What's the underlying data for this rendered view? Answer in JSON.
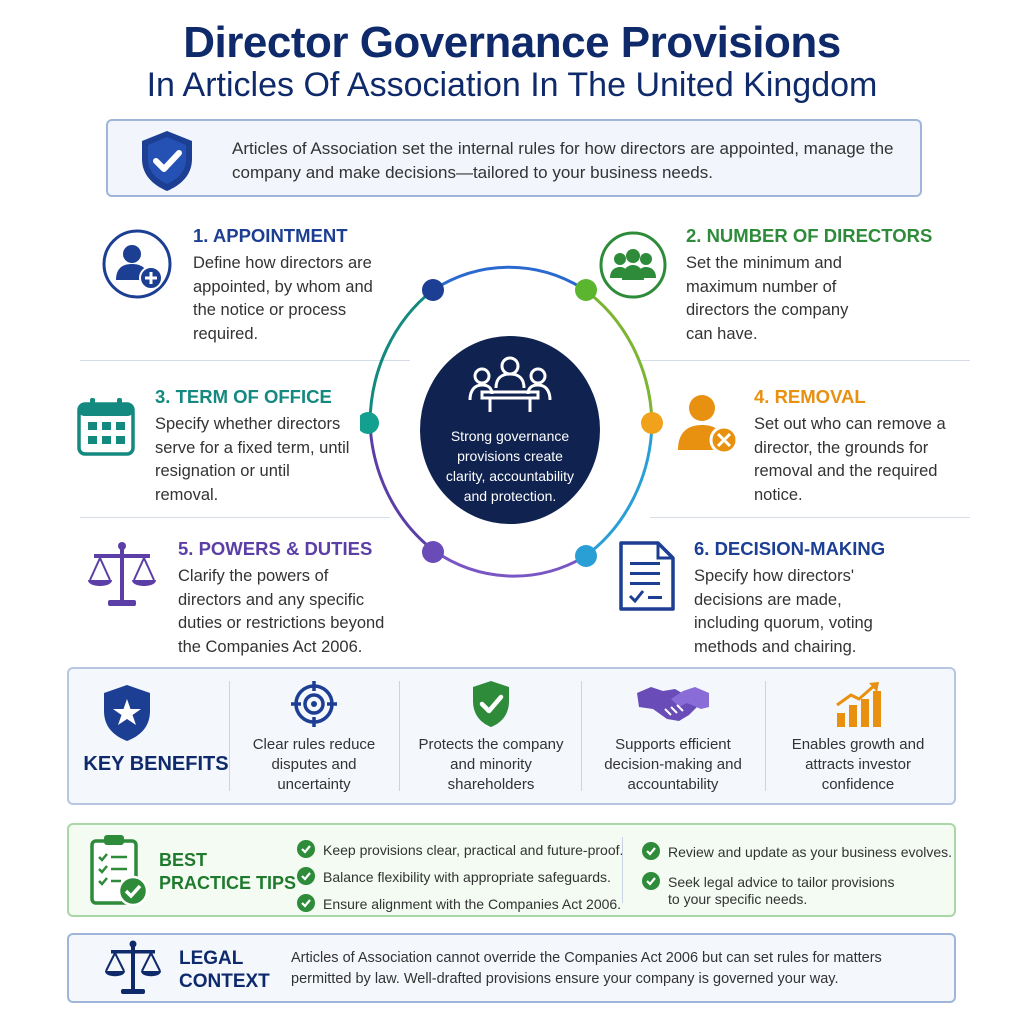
{
  "header": {
    "title": "Director Governance Provisions",
    "subtitle": "In Articles Of Association In The United Kingdom"
  },
  "intro": {
    "text": "Articles of Association set the internal rules for how directors are appointed, manage the company and make decisions—tailored to your business needs."
  },
  "provisions": [
    {
      "heading": "1. APPOINTMENT",
      "body": "Define how directors are appointed, by whom and the notice or process required.",
      "color": "#1c3f94",
      "icon": "add-user-icon"
    },
    {
      "heading": "2. NUMBER OF DIRECTORS",
      "body": "Set the minimum and maximum number of directors the company can have.",
      "color": "#2e8b3a",
      "icon": "group-icon"
    },
    {
      "heading": "3. TERM OF OFFICE",
      "body": "Specify whether directors serve for a fixed term, until resignation or until removal.",
      "color": "#13897f",
      "icon": "calendar-icon"
    },
    {
      "heading": "4. REMOVAL",
      "body": "Set out who can remove a director, the grounds for removal and the required notice.",
      "color": "#e8900f",
      "icon": "remove-user-icon"
    },
    {
      "heading": "5. POWERS & DUTIES",
      "body": "Clarify the powers of directors and any specific duties or restrictions beyond the Companies Act 2006.",
      "color": "#5b3ea6",
      "icon": "scales-icon"
    },
    {
      "heading": "6. DECISION-MAKING",
      "body": "Specify how directors' decisions are made, including quorum, voting methods and chairing.",
      "color": "#1c3f94",
      "icon": "checklist-document-icon"
    }
  ],
  "center": {
    "text": "Strong governance provisions create clarity, accountability and protection.",
    "ring_colors": [
      "#1c3f94",
      "#2e8b3a",
      "#e8900f",
      "#2a8fd6",
      "#6a4cb8",
      "#13897f"
    ]
  },
  "benefits": {
    "label": "KEY BENEFITS",
    "items": [
      {
        "text": "Clear rules reduce disputes and uncertainty",
        "icon": "target-icon"
      },
      {
        "text": "Protects the company and minority shareholders",
        "icon": "shield-check-icon"
      },
      {
        "text": "Supports efficient decision-making and accountability",
        "icon": "handshake-icon"
      },
      {
        "text": "Enables growth and attracts investor confidence",
        "icon": "growth-chart-icon"
      }
    ]
  },
  "tips": {
    "label_line1": "BEST",
    "label_line2": "PRACTICE TIPS",
    "items": [
      "Keep provisions clear, practical and future-proof.",
      "Balance flexibility with appropriate safeguards.",
      "Ensure alignment with the Companies Act 2006.",
      "Review and update as your business evolves.",
      "Seek legal advice to tailor provisions",
      "to your specific needs."
    ]
  },
  "legal": {
    "label_line1": "LEGAL",
    "label_line2": "CONTEXT",
    "text": "Articles of Association cannot override the Companies Act 2006 but can set rules for matters permitted by law. Well-drafted provisions ensure your company is governed your way."
  }
}
